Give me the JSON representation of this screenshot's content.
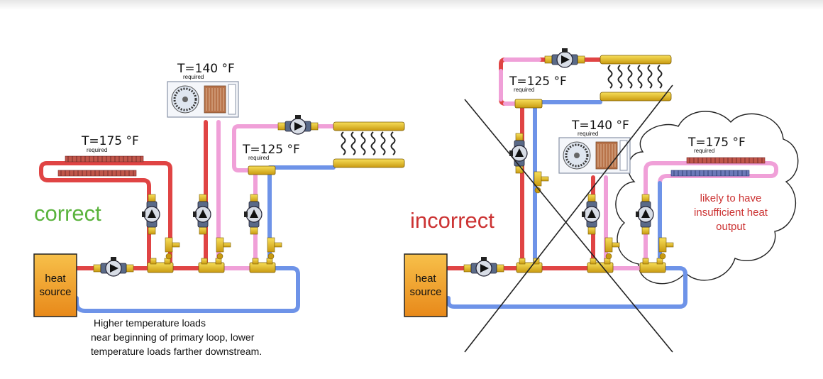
{
  "panels": {
    "correct": {
      "verdict": "correct",
      "verdict_color": "#5ab33d",
      "heat_source": [
        "heat",
        "source"
      ],
      "loads": [
        {
          "temp": "T=175 °F",
          "sub": "required",
          "type": "baseboard"
        },
        {
          "temp": "T=140 °F",
          "sub": "required",
          "type": "air-handler"
        },
        {
          "temp": "T=125 °F",
          "sub": "required",
          "type": "radiant-manifold"
        }
      ],
      "caption": [
        "Higher temperature loads",
        "near beginning of primary loop, lower",
        "temperature loads farther downstream."
      ]
    },
    "incorrect": {
      "verdict": "incorrect",
      "verdict_color": "#cc3333",
      "heat_source": [
        "heat",
        "source"
      ],
      "loads": [
        {
          "temp": "T=125 °F",
          "sub": "required",
          "type": "radiant-manifold"
        },
        {
          "temp": "T=140 °F",
          "sub": "required",
          "type": "air-handler"
        },
        {
          "temp": "T=175 °F",
          "sub": "required",
          "type": "baseboard"
        }
      ],
      "warning": [
        "likely to have",
        "insufficient heat",
        "output"
      ],
      "warning_color": "#cc3333"
    }
  },
  "colors": {
    "hot_pipe": "#e04444",
    "warm_pipe": "#f0a0d8",
    "cold_pipe": "#6e93e8",
    "fitting": "#e8c21a",
    "heat_source": "#f5a623"
  }
}
